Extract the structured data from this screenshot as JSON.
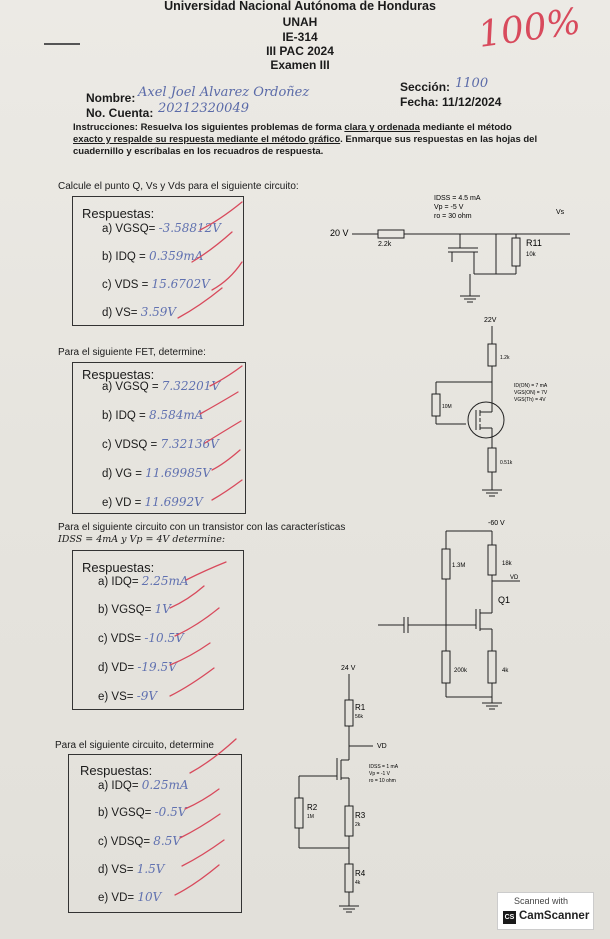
{
  "header": {
    "university": "Universidad Nacional Autónoma de Honduras",
    "acronym": "UNAH",
    "course": "IE-314",
    "period": "III PAC 2024",
    "exam": "Examen III",
    "grade": "100%"
  },
  "student": {
    "name_label": "Nombre:",
    "name_value": "Axel Joel Alvarez Ordoñez",
    "account_label": "No. Cuenta:",
    "account_value": "20212320049",
    "section_label": "Sección:",
    "section_value": "1100",
    "date_label": "Fecha: 11/12/2024"
  },
  "instructions": {
    "lead": "Instrucciones: Resuelva los siguientes problemas de forma ",
    "u1": "clara y ordenada",
    "mid1": " mediante el método ",
    "u2": "exacto y respalde su respuesta mediante el método gráfico",
    "tail": ". Enmarque sus respuestas en las hojas del cuadernillo y escríbalas en los recuadros de respuesta."
  },
  "problems": [
    {
      "prompt": "Calcule el punto Q, Vs y Vds para el siguiente circuito:",
      "title": "Respuestas:",
      "answers": [
        {
          "label": "a) VGSQ=",
          "value": "-3.58812V"
        },
        {
          "label": "b) IDQ =",
          "value": "0.359mA"
        },
        {
          "label": "c) VDS =",
          "value": "15.6702V"
        },
        {
          "label": "d) VS=",
          "value": "3.59V"
        }
      ],
      "circuit": {
        "source": "20 V",
        "r_gate": "2.2k",
        "idss": "IDSS = 4.5 mA",
        "vp": "Vp = -5 V",
        "ro": "ro = 30 ohm",
        "r11": "R11",
        "r11_val": "10k",
        "out": "Vs"
      }
    },
    {
      "prompt": "Para el siguiente FET, determine:",
      "title": "Respuestas:",
      "answers": [
        {
          "label": "a) VGSQ =",
          "value": "7.32201V"
        },
        {
          "label": "b) IDQ =",
          "value": "8.584mA"
        },
        {
          "label": "c) VDSQ =",
          "value": "7.32136V"
        },
        {
          "label": "d) VG =",
          "value": "11.69985V"
        },
        {
          "label": "e) VD =",
          "value": "11.6992V"
        }
      ],
      "circuit": {
        "source": "22V",
        "rd": "1.2k",
        "rg": "10M",
        "rs": "0.51k",
        "p1": "ID(ON) = 7 mA",
        "p2": "VGS(ON) = 7V",
        "p3": "VGS(Th) = 4V"
      }
    },
    {
      "prompt": "Para el siguiente circuito con un transistor con las características",
      "prompt2": "IDSS = 4mA y Vp = 4V determine:",
      "title": "Respuestas:",
      "answers": [
        {
          "label": "a) IDQ=",
          "value": "2.25mA"
        },
        {
          "label": "b) VGSQ=",
          "value": "1V"
        },
        {
          "label": "c) VDS=",
          "value": "-10.5V"
        },
        {
          "label": "d) VD=",
          "value": "-19.5V"
        },
        {
          "label": "e) VS=",
          "value": "-9V"
        }
      ],
      "circuit": {
        "source": "-60 V",
        "r1": "1.3M",
        "rd": "18k",
        "vd": "VD",
        "q": "Q1",
        "r2": "200k",
        "rs": "4k"
      }
    },
    {
      "prompt": "Para el siguiente circuito, determine",
      "title": "Respuestas:",
      "answers": [
        {
          "label": "a) IDQ=",
          "value": "0.25mA"
        },
        {
          "label": "b) VGSQ=",
          "value": "-0.5V"
        },
        {
          "label": "c) VDSQ=",
          "value": "8.5V"
        },
        {
          "label": "d) VS=",
          "value": "1.5V"
        },
        {
          "label": "e) VD=",
          "value": "10V"
        }
      ],
      "circuit": {
        "source": "24 V",
        "r1": "R1",
        "r1_val": "56k",
        "vd": "VD",
        "idss": "IDSS = 1 mA",
        "vp": "Vp = -1 V",
        "ro": "ro = 10 ohm",
        "r2": "R2",
        "r2_val": "1M",
        "r3": "R3",
        "r3_val": "2k",
        "r4": "R4",
        "r4_val": "4k"
      }
    }
  ],
  "scanner": {
    "line1": "Scanned with",
    "brand": "CamScanner"
  }
}
